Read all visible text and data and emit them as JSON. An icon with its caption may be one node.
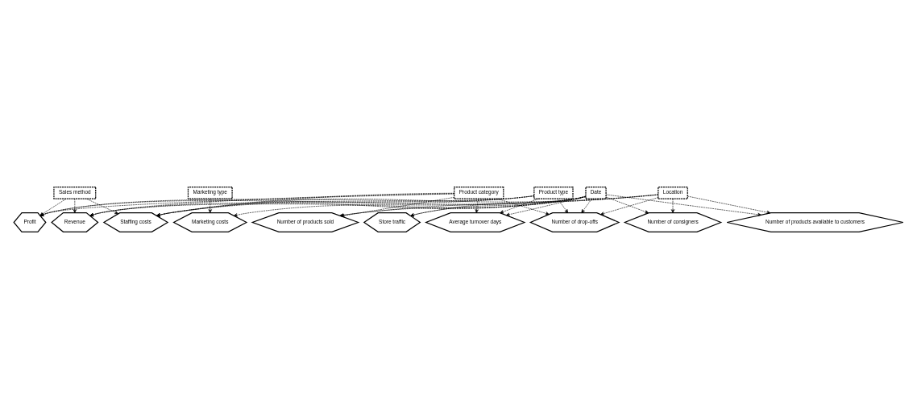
{
  "diagram": {
    "nodes": [
      {
        "text": [
          "Sales method"
        ]
      },
      {
        "text": [
          "Marketing costs"
        ]
      },
      {
        "text": [
          "Marketing type"
        ]
      },
      {
        "text": [
          "Profit"
        ]
      },
      {
        "text": [
          "Revenue"
        ]
      },
      {
        "text": [
          "Staffing costs"
        ]
      },
      {
        "text": [
          "Number of products sold"
        ]
      },
      {
        "text": [
          "Store traffic"
        ]
      },
      {
        "text": [
          "Product category"
        ]
      },
      {
        "text": [
          "Product type"
        ]
      },
      {
        "text": [
          "Date"
        ]
      },
      {
        "text": [
          "Location"
        ]
      },
      {
        "text": [
          "Average turnover days"
        ]
      },
      {
        "text": [
          "Number of drop-offs"
        ]
      },
      {
        "text": [
          "Number of consigners"
        ]
      },
      {
        "text": [
          "Number of products available to customers"
        ]
      }
    ],
    "edges": [
      {
        "from": 0,
        "to": 3,
        "arrow": "to",
        "style": "dashed"
      },
      {
        "from": 0,
        "to": 4,
        "arrow": "to",
        "style": "dashed"
      },
      {
        "from": 0,
        "to": 5,
        "arrow": "to",
        "style": "dashed"
      },
      {
        "from": 2,
        "to": 1,
        "arrow": "to",
        "style": "dashed"
      },
      {
        "from": 8,
        "to": 3,
        "arrow": "to",
        "style": "dashed"
      },
      {
        "from": 8,
        "to": 4,
        "arrow": "to",
        "style": "dashed"
      },
      {
        "from": 8,
        "to": 5,
        "arrow": "to",
        "style": "dashed"
      },
      {
        "from": 8,
        "to": 6,
        "arrow": "to",
        "style": "dashed"
      },
      {
        "from": 9,
        "to": 3,
        "arrow": "to",
        "style": "dashed"
      },
      {
        "from": 9,
        "to": 4,
        "arrow": "to",
        "style": "dashed"
      },
      {
        "from": 9,
        "to": 5,
        "arrow": "to",
        "style": "dashed"
      },
      {
        "from": 10,
        "to": 3,
        "arrow": "to",
        "style": "dashed"
      },
      {
        "from": 10,
        "to": 4,
        "arrow": "to",
        "style": "dashed"
      },
      {
        "from": 10,
        "to": 5,
        "arrow": "to",
        "style": "dashed"
      },
      {
        "from": 10,
        "to": 6,
        "arrow": "to",
        "style": "dashed"
      },
      {
        "from": 10,
        "to": 1,
        "arrow": "to",
        "style": "dashed"
      },
      {
        "from": 10,
        "to": 7,
        "arrow": "to",
        "style": "dashed"
      },
      {
        "from": 11,
        "to": 5,
        "arrow": "to",
        "style": "dashed"
      },
      {
        "from": 11,
        "to": 6,
        "arrow": "to",
        "style": "dashed"
      },
      {
        "from": 11,
        "to": 7,
        "arrow": "to",
        "style": "dashed"
      },
      {
        "from": 8,
        "to": 12,
        "arrow": "to",
        "style": "dashed"
      },
      {
        "from": 8,
        "to": 13,
        "arrow": "to",
        "style": "dashed"
      },
      {
        "from": 9,
        "to": 12,
        "arrow": "to",
        "style": "dashed"
      },
      {
        "from": 9,
        "to": 13,
        "arrow": "to",
        "style": "dashed"
      },
      {
        "from": 10,
        "to": 12,
        "arrow": "to",
        "style": "dashed"
      },
      {
        "from": 10,
        "to": 13,
        "arrow": "to",
        "style": "dashed"
      },
      {
        "from": 10,
        "to": 14,
        "arrow": "to",
        "style": "dashed"
      },
      {
        "from": 10,
        "to": 15,
        "arrow": "to",
        "style": "dashed"
      },
      {
        "from": 11,
        "to": 13,
        "arrow": "to",
        "style": "dashed"
      },
      {
        "from": 11,
        "to": 14,
        "arrow": "to",
        "style": "dashed"
      },
      {
        "from": 11,
        "to": 15,
        "arrow": "to",
        "style": "dashed"
      }
    ]
  }
}
